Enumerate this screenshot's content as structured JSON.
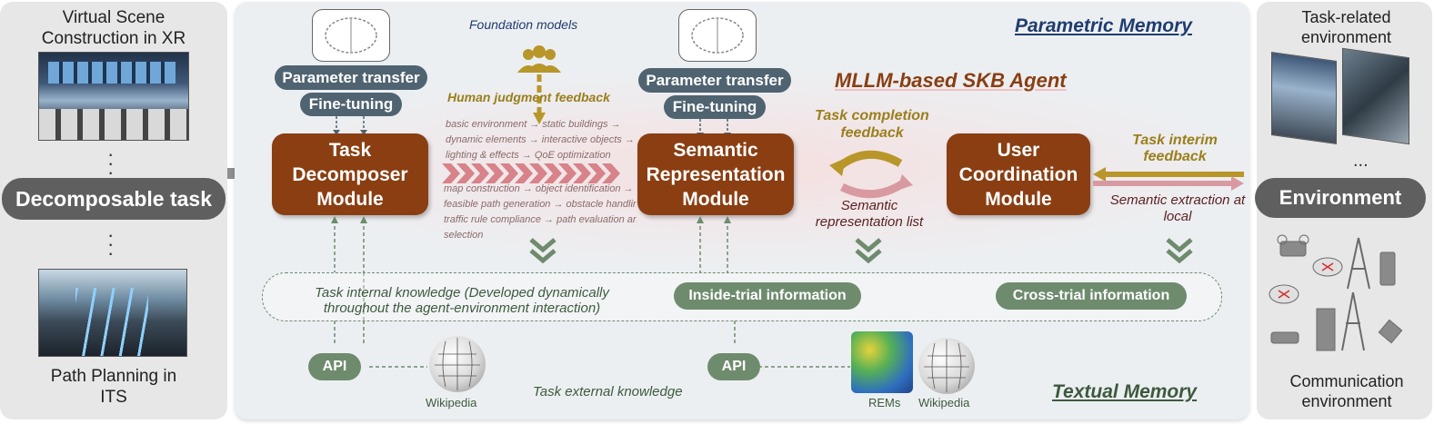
{
  "left": {
    "top_caption": "Virtual Scene Construction in XR",
    "task_label": "Decomposable task",
    "bottom_caption": "Path Planning in ITS"
  },
  "center": {
    "parametric_memory": "Parametric Memory",
    "textual_memory": "Textual Memory",
    "foundation_models": "Foundation models",
    "agent_title": "MLLM-based SKB Agent",
    "parameter_transfer": "Parameter transfer",
    "fine_tuning": "Fine-tuning",
    "human_feedback": "Human judgment feedback",
    "module_task": "Task Decomposer Module",
    "module_semantic": "Semantic Representation Module",
    "module_user": "User Coordination Module",
    "task_completion_feedback": "Task completion feedback",
    "semantic_rep_list": "Semantic representation list",
    "task_interim_feedback": "Task interim feedback",
    "semantic_extraction": "Semantic extraction at local",
    "xr_steps": [
      "basic environment → static buildings →",
      "dynamic elements → interactive objects →",
      "lighting & effects → QoE optimization"
    ],
    "its_steps": [
      "map construction → object identification →",
      "feasible path generation → obstacle handling →",
      "traffic rule compliance → path evaluation and",
      "selection"
    ],
    "internal_knowledge": "Task internal knowledge  (Developed dynamically throughout the agent-environment interaction)",
    "inside_trial": "Inside-trial information",
    "cross_trial": "Cross-trial information",
    "api": "API",
    "wikipedia": "Wikipedia",
    "rems": "REMs",
    "external_knowledge": "Task external knowledge"
  },
  "right": {
    "task_env": "Task-related environment",
    "ellipsis": "...",
    "environment": "Environment",
    "comm_env": "Communication environment"
  },
  "colors": {
    "module": "#8a3e12",
    "slate": "#4f6371",
    "green": "#6e8b6e",
    "olive": "#9a7f1c",
    "navy": "#1f3c6e"
  }
}
